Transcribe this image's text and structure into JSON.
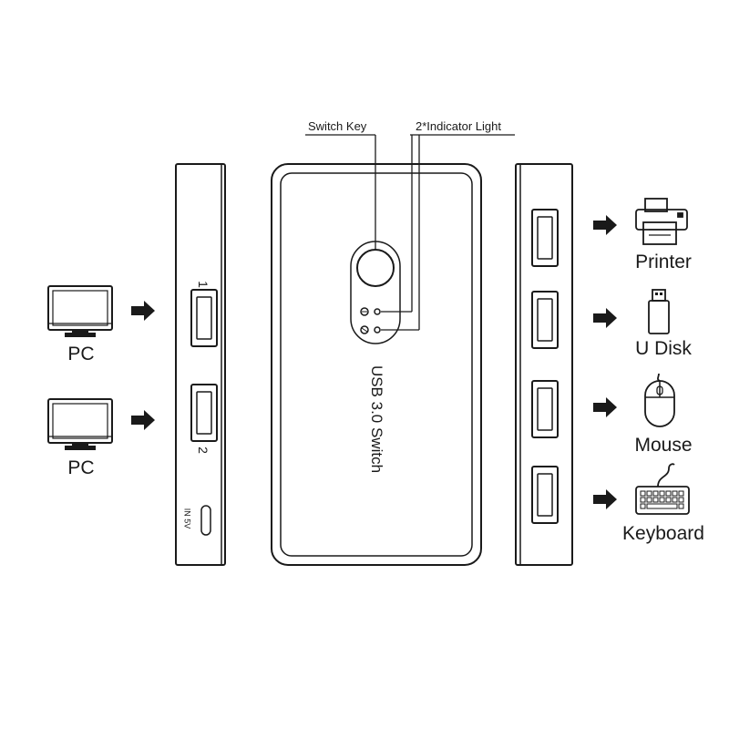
{
  "callouts": {
    "switch_key": "Switch Key",
    "indicator_light": "2*Indicator Light"
  },
  "product": {
    "name": "USB 3.0 Switch"
  },
  "inputs": [
    {
      "label": "PC",
      "port": "1"
    },
    {
      "label": "PC",
      "port": "2"
    }
  ],
  "power_port": "IN 5V",
  "outputs": [
    {
      "label": "Printer",
      "icon": "printer-icon"
    },
    {
      "label": "U Disk",
      "icon": "usb-drive-icon"
    },
    {
      "label": "Mouse",
      "icon": "mouse-icon"
    },
    {
      "label": "Keyboard",
      "icon": "keyboard-icon"
    }
  ],
  "colors": {
    "line": "#1a1a1a",
    "arrow": "#1a1a1a",
    "background": "#ffffff"
  }
}
